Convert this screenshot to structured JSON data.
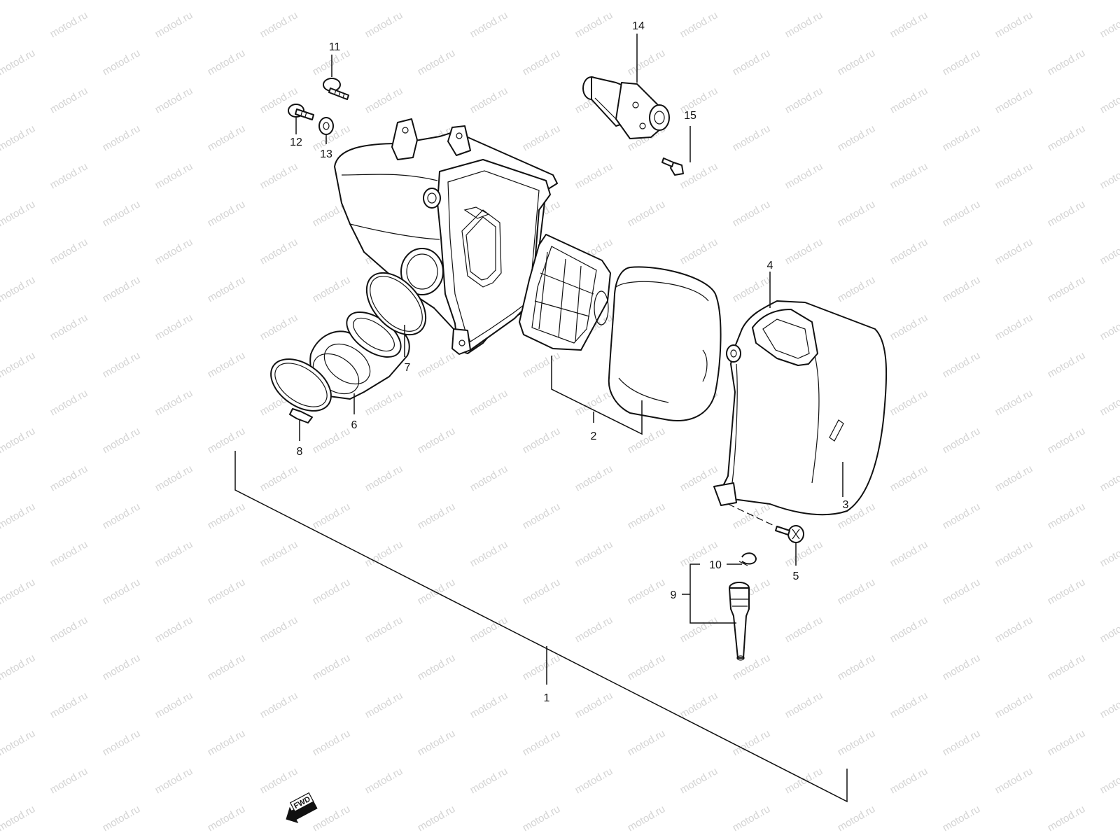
{
  "watermark": {
    "text": "motod.ru",
    "color": "#d4d4d4"
  },
  "callouts": [
    {
      "id": "1",
      "label": "1"
    },
    {
      "id": "2",
      "label": "2"
    },
    {
      "id": "3",
      "label": "3"
    },
    {
      "id": "4",
      "label": "4"
    },
    {
      "id": "5",
      "label": "5"
    },
    {
      "id": "6",
      "label": "6"
    },
    {
      "id": "7",
      "label": "7"
    },
    {
      "id": "8",
      "label": "8"
    },
    {
      "id": "9",
      "label": "9"
    },
    {
      "id": "10",
      "label": "10"
    },
    {
      "id": "11",
      "label": "11"
    },
    {
      "id": "12",
      "label": "12"
    },
    {
      "id": "13",
      "label": "13"
    },
    {
      "id": "14",
      "label": "14"
    },
    {
      "id": "15",
      "label": "15"
    }
  ],
  "fwd_arrow": {
    "label": "FWD",
    "icon": "fwd-arrow-icon"
  }
}
